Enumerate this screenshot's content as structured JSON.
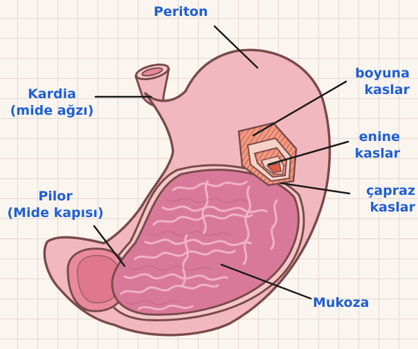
{
  "labels": {
    "periton": "Periton",
    "kardia_line1": "Kardia",
    "kardia_line2": "(mide ağzı)",
    "boyuna_line1": "boyuna",
    "boyuna_line2": "kaslar",
    "enine_line1": "enine",
    "enine_line2": "kaslar",
    "capraz_line1": "çapraz",
    "capraz_line2": "kaslar",
    "pilor_line1": "Pilor",
    "pilor_line2": "(Mide kapısı)",
    "mukoza": "Mukoza"
  },
  "colors": {
    "label": "#1f5fd4",
    "outline": "#7a4a4a",
    "stomach_outer": "#f1b9bf",
    "mucosa": "#d9799a",
    "fold": "#f0b3c8",
    "muscle": "#e8836c",
    "grid": "#e3d6d2",
    "background": "#fbf5f0"
  }
}
